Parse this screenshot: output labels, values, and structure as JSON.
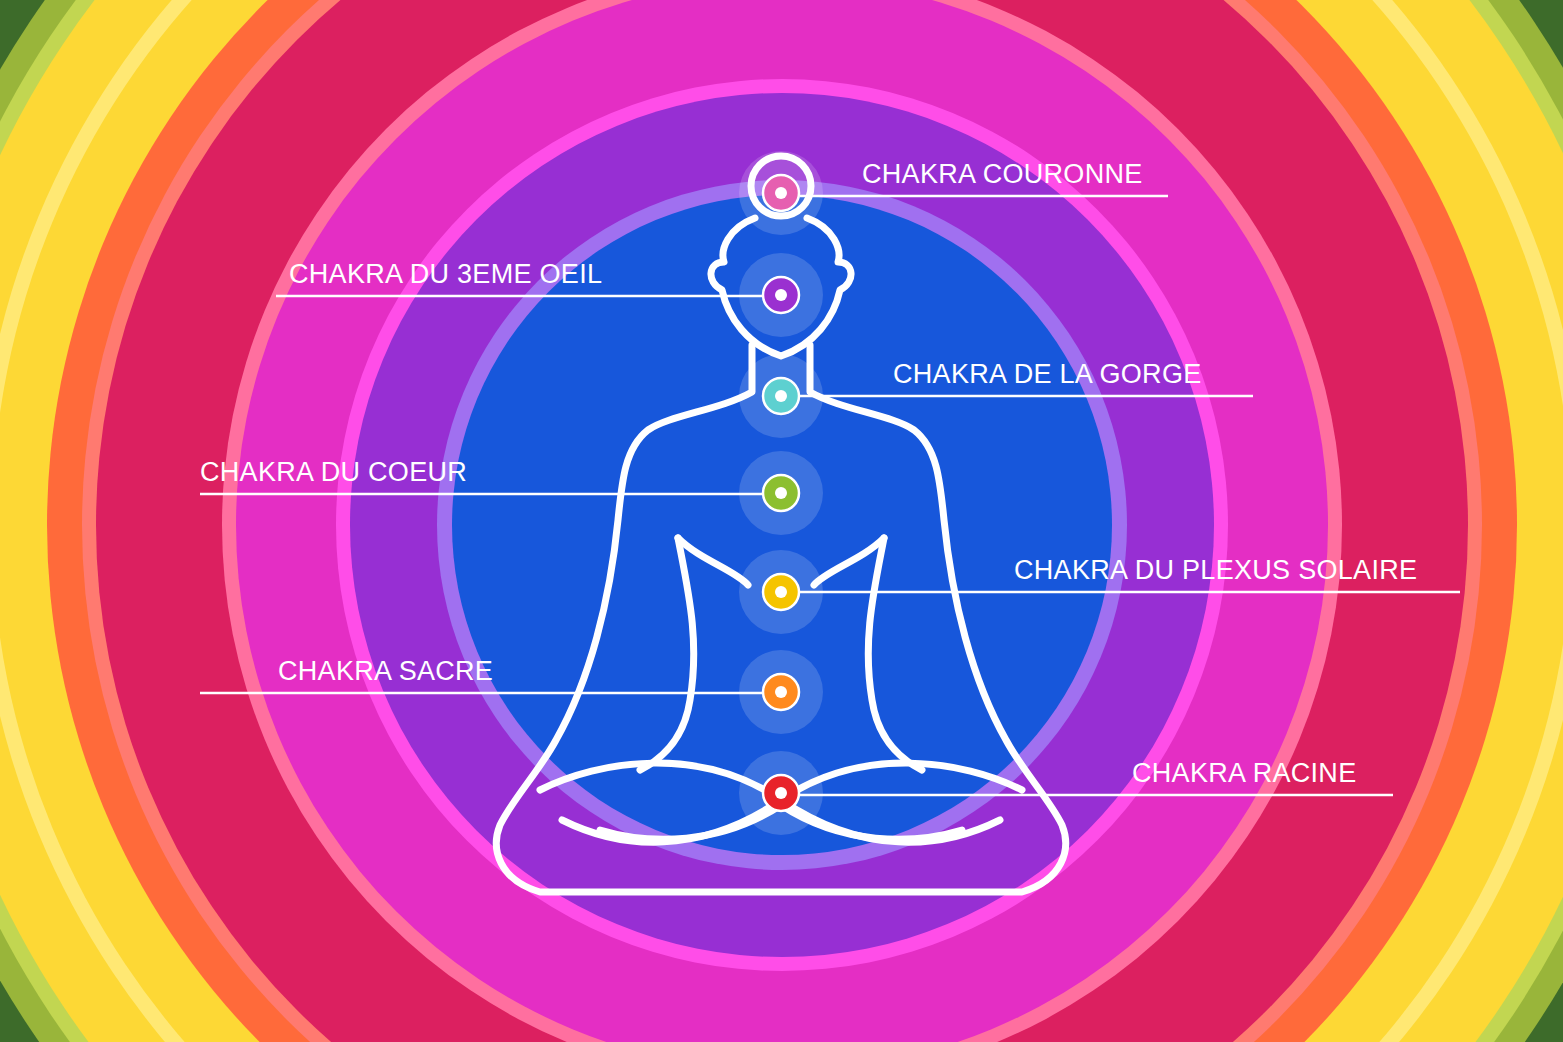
{
  "diagram": {
    "labels": [
      "CHAKRA COURONNE",
      "CHAKRA DU 3EME OEIL",
      "CHAKRA DE LA GORGE",
      "CHAKRA DU COEUR",
      "CHAKRA DU PLEXUS SOLAIRE",
      "CHAKRA SACRE",
      "CHAKRA RACINE"
    ]
  }
}
